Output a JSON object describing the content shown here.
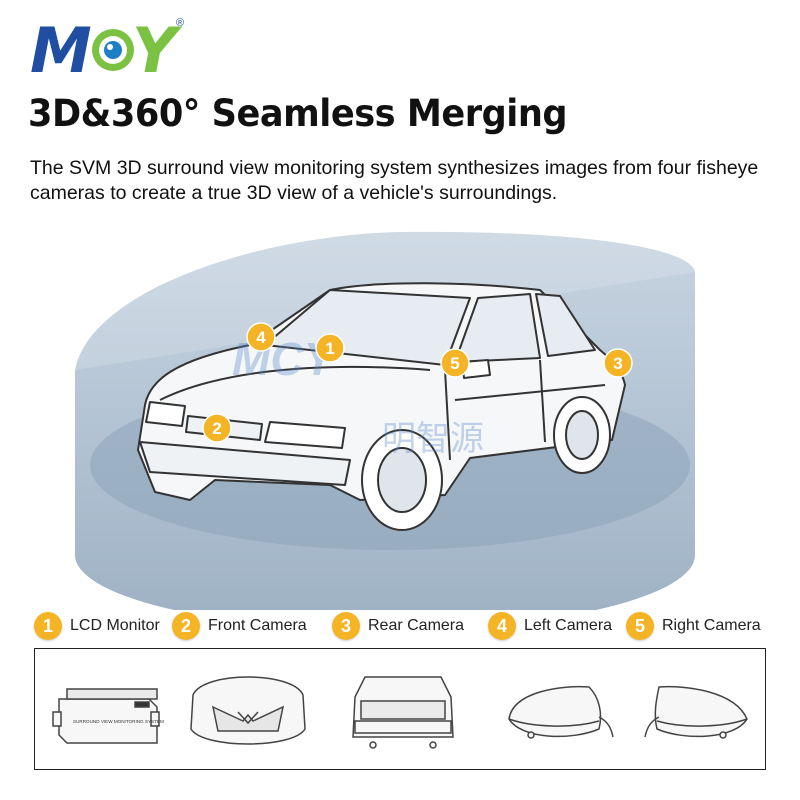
{
  "brand": {
    "logo_text": "MCY",
    "registered": "®",
    "watermark_cn": "明智源"
  },
  "headline": "3D&360° Seamless Merging",
  "intro": "The SVM 3D surround view monitoring system synthesizes images from four fisheye cameras to create a true 3D view of a vehicle's surroundings.",
  "markers": [
    {
      "number": "1",
      "label": "LCD Monitor"
    },
    {
      "number": "2",
      "label": "Front Camera"
    },
    {
      "number": "3",
      "label": "Rear Camera"
    },
    {
      "number": "4",
      "label": "Left Camera"
    },
    {
      "number": "5",
      "label": "Right Camera"
    }
  ],
  "device_label": "SURROUND VIEW MONITORING SYSTEM",
  "colors": {
    "badge": "#f4b426",
    "dome": "#a9bccd",
    "logo_blue": "#1f4ea3",
    "logo_green": "#7cc242"
  }
}
